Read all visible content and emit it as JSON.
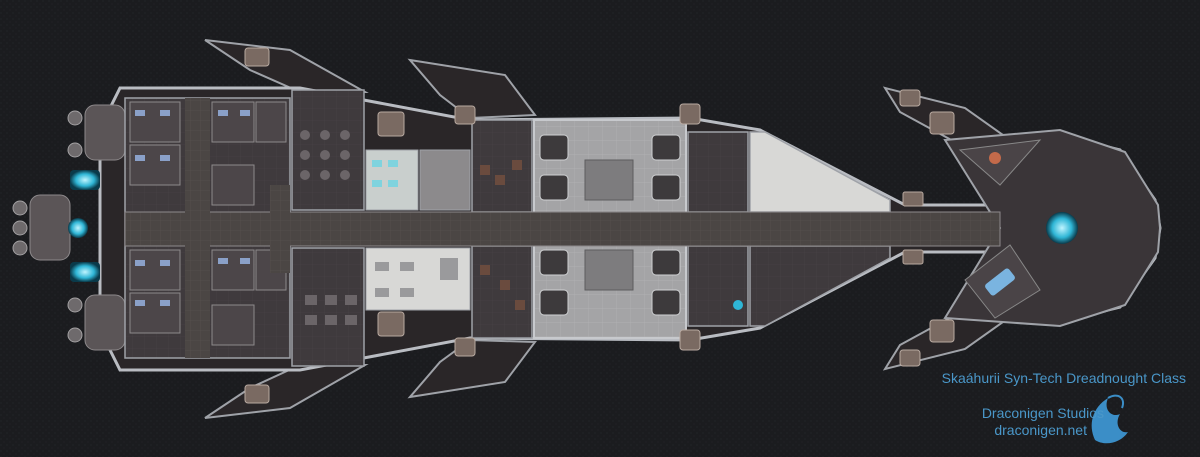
{
  "map": {
    "background_color": "#1b1c1f",
    "hull_color": "#2a2628",
    "hull_edge_color": "#b9bcc2",
    "room_floor_color": "#3f3a3d",
    "corridor_color": "#4b4644",
    "hangar_color": "#a4a4a6",
    "lab_floor_color": "#d8d8d6",
    "accent_color": "#2fb6d6"
  },
  "caption": {
    "ship_title": "Skaáhurii Syn-Tech Dreadnought  Class",
    "studio_name": "Draconigen Studios",
    "studio_url": "draconigen.net",
    "text_color": "#4a97c9"
  },
  "logo": {
    "icon": "dragon-logo-icon",
    "color": "#3b8ec7"
  }
}
